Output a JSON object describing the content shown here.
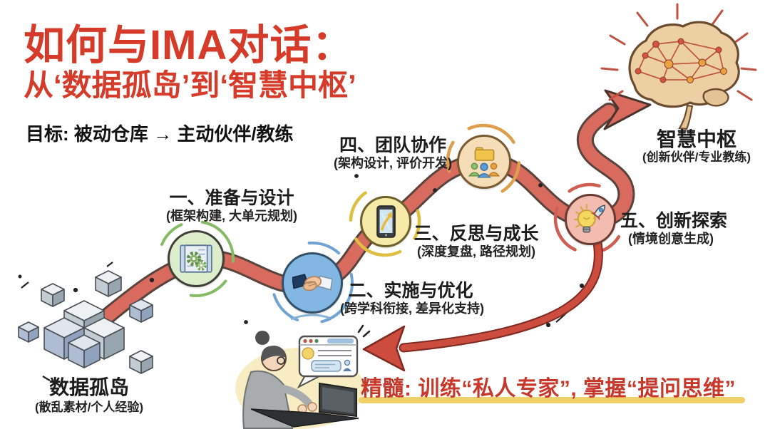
{
  "title": {
    "line1": "如何与IMA对话：",
    "line2": "从‘数据孤岛’到‘智慧中枢’"
  },
  "goal_line": "目标: 被动仓库 → 主动伙伴/教练",
  "start_node": {
    "label": "数据孤岛",
    "description": "(散乱素材/个人经验)"
  },
  "end_node": {
    "label": "智慧中枢",
    "description": "(创新伙伴/专业教练)"
  },
  "steps": [
    {
      "id": 1,
      "label": "一、准备与设计",
      "description": "(框架构建, 大单元规划)",
      "icon": "blueprint-gears-icon",
      "circle_color": "#dcedcb"
    },
    {
      "id": 2,
      "label": "二、实施与优化",
      "description": "(跨学科衔接, 差异化支持)",
      "icon": "handshake-icon",
      "circle_color": "#82b7e4"
    },
    {
      "id": 3,
      "label": "三、反思与成长",
      "description": "(深度复盘, 路径规划)",
      "icon": "tablet-growth-icon",
      "circle_color": "#f7eaa9"
    },
    {
      "id": 4,
      "label": "四、团队协作",
      "description": "(架构设计, 评价开发)",
      "icon": "team-folder-icon",
      "circle_color": "#f4ddb7"
    },
    {
      "id": 5,
      "label": "五、创新探索",
      "description": "(情境创意生成)",
      "icon": "bulb-rocket-icon",
      "circle_color": "#f2bcb1"
    }
  ],
  "slogan": "精髓: 训练“私人专家”, 掌握“提问思维”",
  "colors": {
    "title_red": "#d63b2a",
    "slogan_red": "#c8382a",
    "path_red": "#d96a5e",
    "arrow_red": "#c74a3c",
    "underline_yellow": "#f0d06a"
  }
}
